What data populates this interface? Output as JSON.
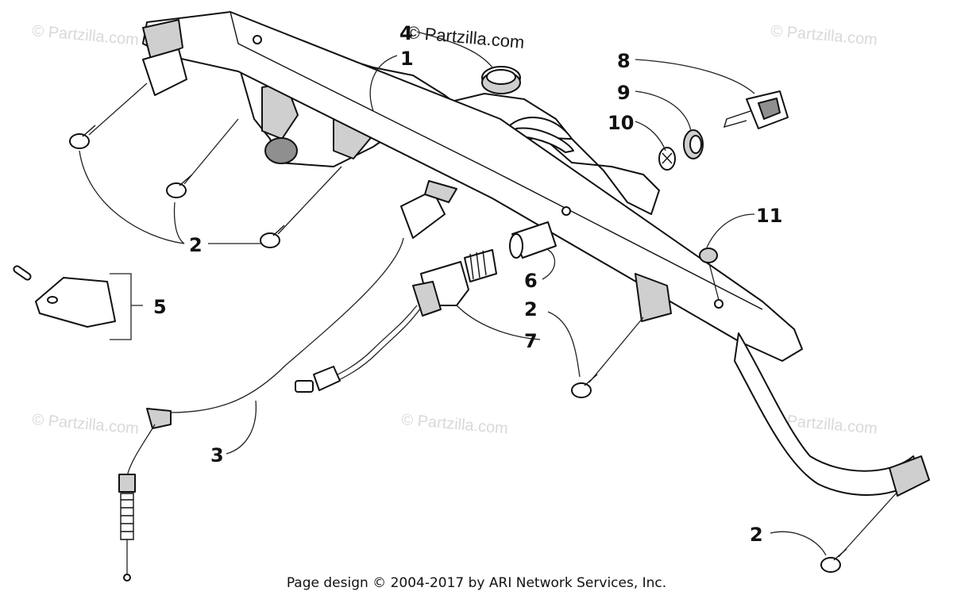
{
  "callouts": {
    "c1": "1",
    "c2a": "2",
    "c2b": "2",
    "c2c": "2",
    "c3": "3",
    "c4": "4",
    "c5": "5",
    "c6": "6",
    "c7": "7",
    "c8": "8",
    "c9": "9",
    "c10": "10",
    "c11": "11"
  },
  "watermark": {
    "main": "© Partzilla.com",
    "faint": "© Partzilla.com"
  },
  "footer": "Page design © 2004-2017 by ARI Network Services, Inc."
}
